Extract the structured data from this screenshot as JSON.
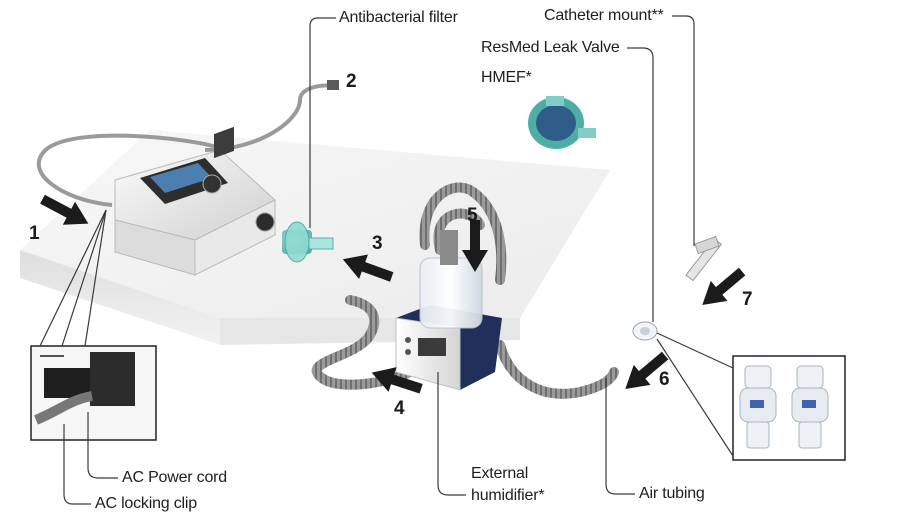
{
  "labels": {
    "antibacterial_filter": "Antibacterial filter",
    "catheter_mount": "Catheter mount**",
    "leak_valve": "ResMed Leak Valve",
    "hmef": "HMEF*",
    "ac_power_cord": "AC Power cord",
    "ac_locking_clip": "AC locking clip",
    "external_humidifier_line1": "External",
    "external_humidifier_line2": "humidifier*",
    "air_tubing": "Air tubing"
  },
  "step_numbers": {
    "n1": "1",
    "n2": "2",
    "n3": "3",
    "n4": "4",
    "n5": "5",
    "n6": "6",
    "n7": "7"
  },
  "colors": {
    "label_text": "#1e1e1e",
    "arrow": "#1b1b1b",
    "filter_green": "#7fd6c6",
    "hmef_blue": "#3a5f8a",
    "device_white": "#f1f1f1",
    "device_dark": "#2a2a2a",
    "humidifier_navy": "#1f2f55",
    "tubing_grey": "#8a8a8a",
    "platform": "#f3f3f3"
  }
}
